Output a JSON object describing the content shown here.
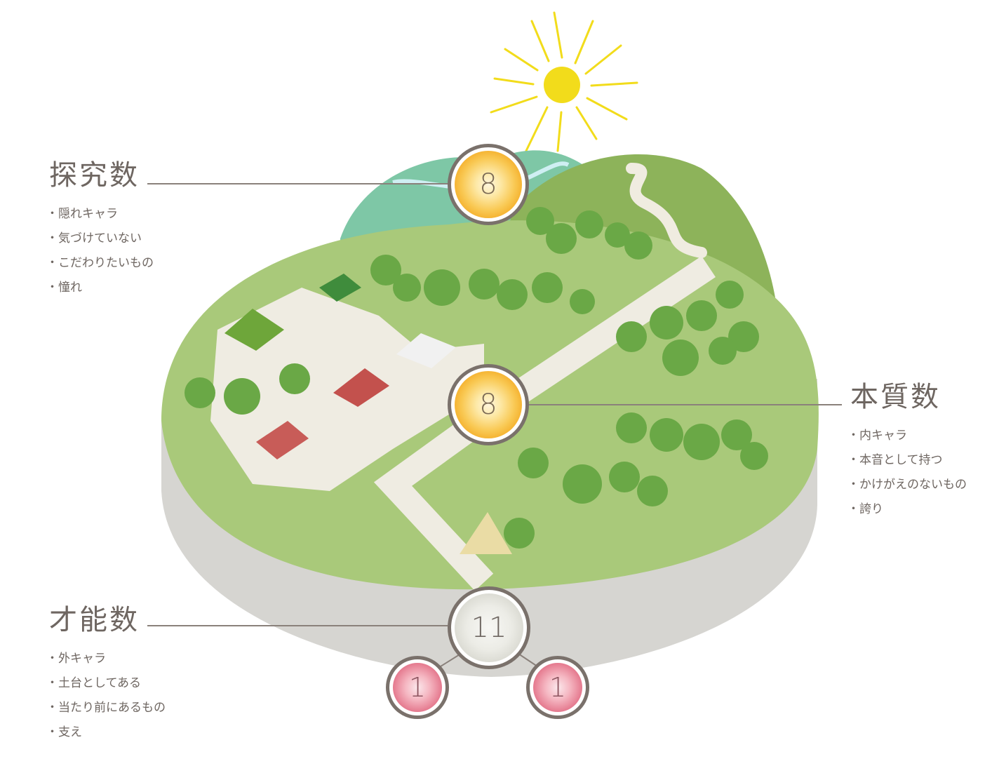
{
  "sections": {
    "exploration": {
      "heading": "探究数",
      "number": "8",
      "items": [
        "隠れキャラ",
        "気づけていない",
        "こだわりたいもの",
        "憧れ"
      ]
    },
    "essence": {
      "heading": "本質数",
      "number": "8",
      "items": [
        "内キャラ",
        "本音として持つ",
        "かけがえのないもの",
        "誇り"
      ]
    },
    "talent": {
      "heading": "才能数",
      "number": "11",
      "sub_numbers": [
        "1",
        "1"
      ],
      "items": [
        "外キャラ",
        "土台としてある",
        "当たり前にあるもの",
        "支え"
      ]
    }
  },
  "colors": {
    "line": "#8a817b",
    "text": "#6e6661",
    "island_top": "#a9c97a",
    "island_side": "#d6d5d1",
    "sun": "#f2dc1b"
  }
}
